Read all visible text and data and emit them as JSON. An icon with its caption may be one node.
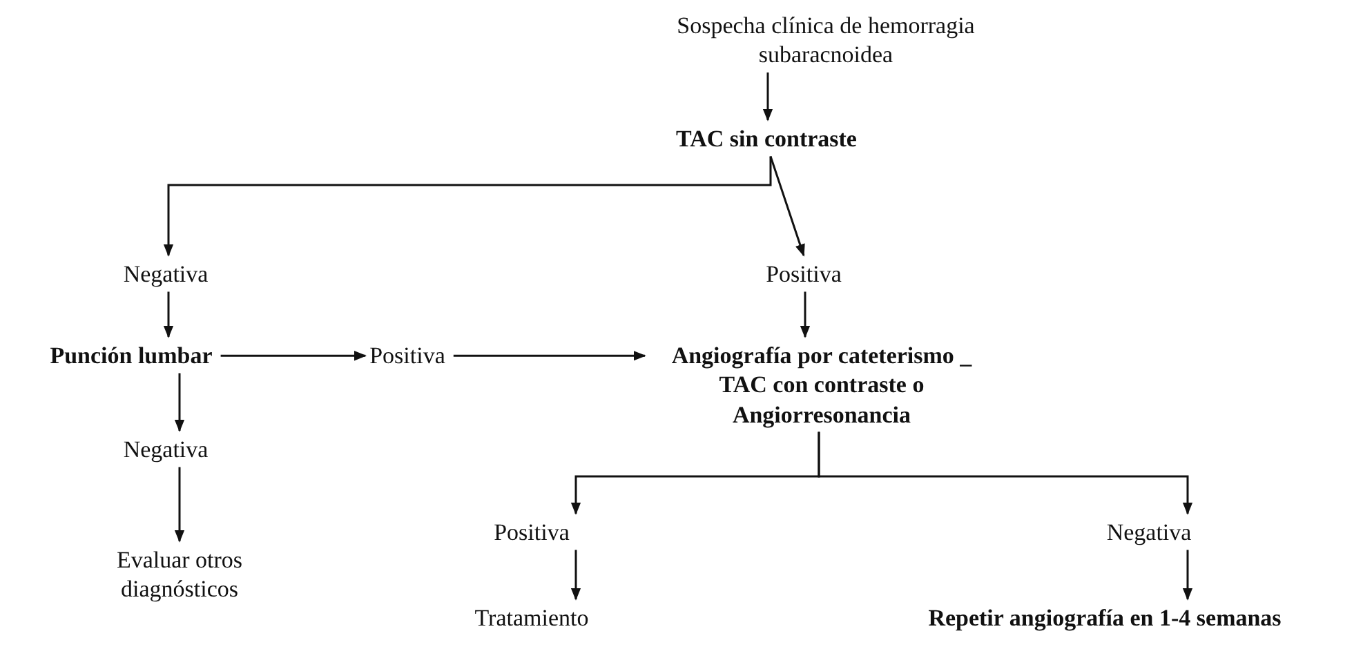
{
  "diagram": {
    "nodes": [
      {
        "text": [
          "Sospecha clínica de hemorragia subaracnoidea"
        ]
      },
      {
        "text": [
          "TAC sin contraste"
        ]
      },
      {
        "text": [
          "Negativa"
        ]
      },
      {
        "text": [
          "Positiva"
        ]
      },
      {
        "text": [
          "Punción lumbar"
        ]
      },
      {
        "text": [
          "Positiva"
        ]
      },
      {
        "text": [
          "Angiografía por cateterismo _ TAC con contraste o Angiorresonancia"
        ]
      },
      {
        "text": [
          "Negativa"
        ]
      },
      {
        "text": [
          "Evaluar otros diagnósticos"
        ]
      },
      {
        "text": [
          "Positiva"
        ]
      },
      {
        "text": [
          "Negativa"
        ]
      },
      {
        "text": [
          "Tratamiento"
        ]
      },
      {
        "text": [
          "Repetir angiografía en 1-4 semanas"
        ]
      }
    ],
    "edges": [
      {
        "from": 0,
        "to": 1,
        "arrow": "to"
      },
      {
        "from": 1,
        "to": 2,
        "arrow": "to"
      },
      {
        "from": 1,
        "to": 3,
        "arrow": "to"
      },
      {
        "from": 2,
        "to": 4,
        "arrow": "to"
      },
      {
        "from": 4,
        "to": 5,
        "arrow": "to"
      },
      {
        "from": 5,
        "to": 6,
        "arrow": "to"
      },
      {
        "from": 3,
        "to": 6,
        "arrow": "to"
      },
      {
        "from": 4,
        "to": 7,
        "arrow": "to"
      },
      {
        "from": 7,
        "to": 8,
        "arrow": "to"
      },
      {
        "from": 6,
        "to": 9,
        "arrow": "to"
      },
      {
        "from": 6,
        "to": 10,
        "arrow": "to"
      },
      {
        "from": 9,
        "to": 11,
        "arrow": "to"
      },
      {
        "from": 10,
        "to": 12,
        "arrow": "to"
      }
    ]
  }
}
